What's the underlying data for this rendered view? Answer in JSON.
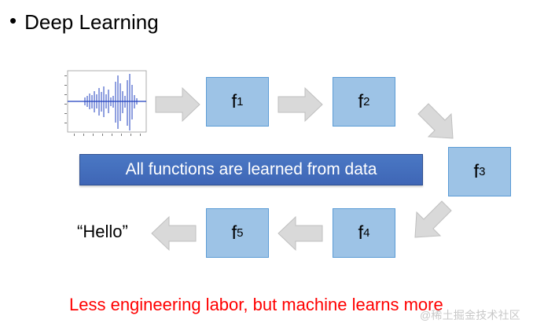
{
  "title": {
    "bullet": "•",
    "text": "Deep Learning"
  },
  "boxes": [
    {
      "main": "f",
      "sub": "1"
    },
    {
      "main": "f",
      "sub": "2"
    },
    {
      "main": "f",
      "sub": "3"
    },
    {
      "main": "f",
      "sub": "4"
    },
    {
      "main": "f",
      "sub": "5"
    }
  ],
  "banner": "All functions are learned from data",
  "output_label": "“Hello”",
  "bottom_text": "Less engineering labor, but machine learns more",
  "watermark": "@稀土掘金技术社区",
  "colors": {
    "box_fill": "#9DC3E6",
    "box_border": "#5B9BD5",
    "arrow_fill": "#D9D9D9",
    "arrow_stroke": "#BFBFBF",
    "banner_fill": "#4472C4",
    "banner_text": "#FFFFFF",
    "bottom_text": "#FF0000",
    "waveform": "#1F3FBF"
  },
  "icons": {
    "input": "audio-waveform-icon",
    "arrows": "block-arrow-icon"
  }
}
